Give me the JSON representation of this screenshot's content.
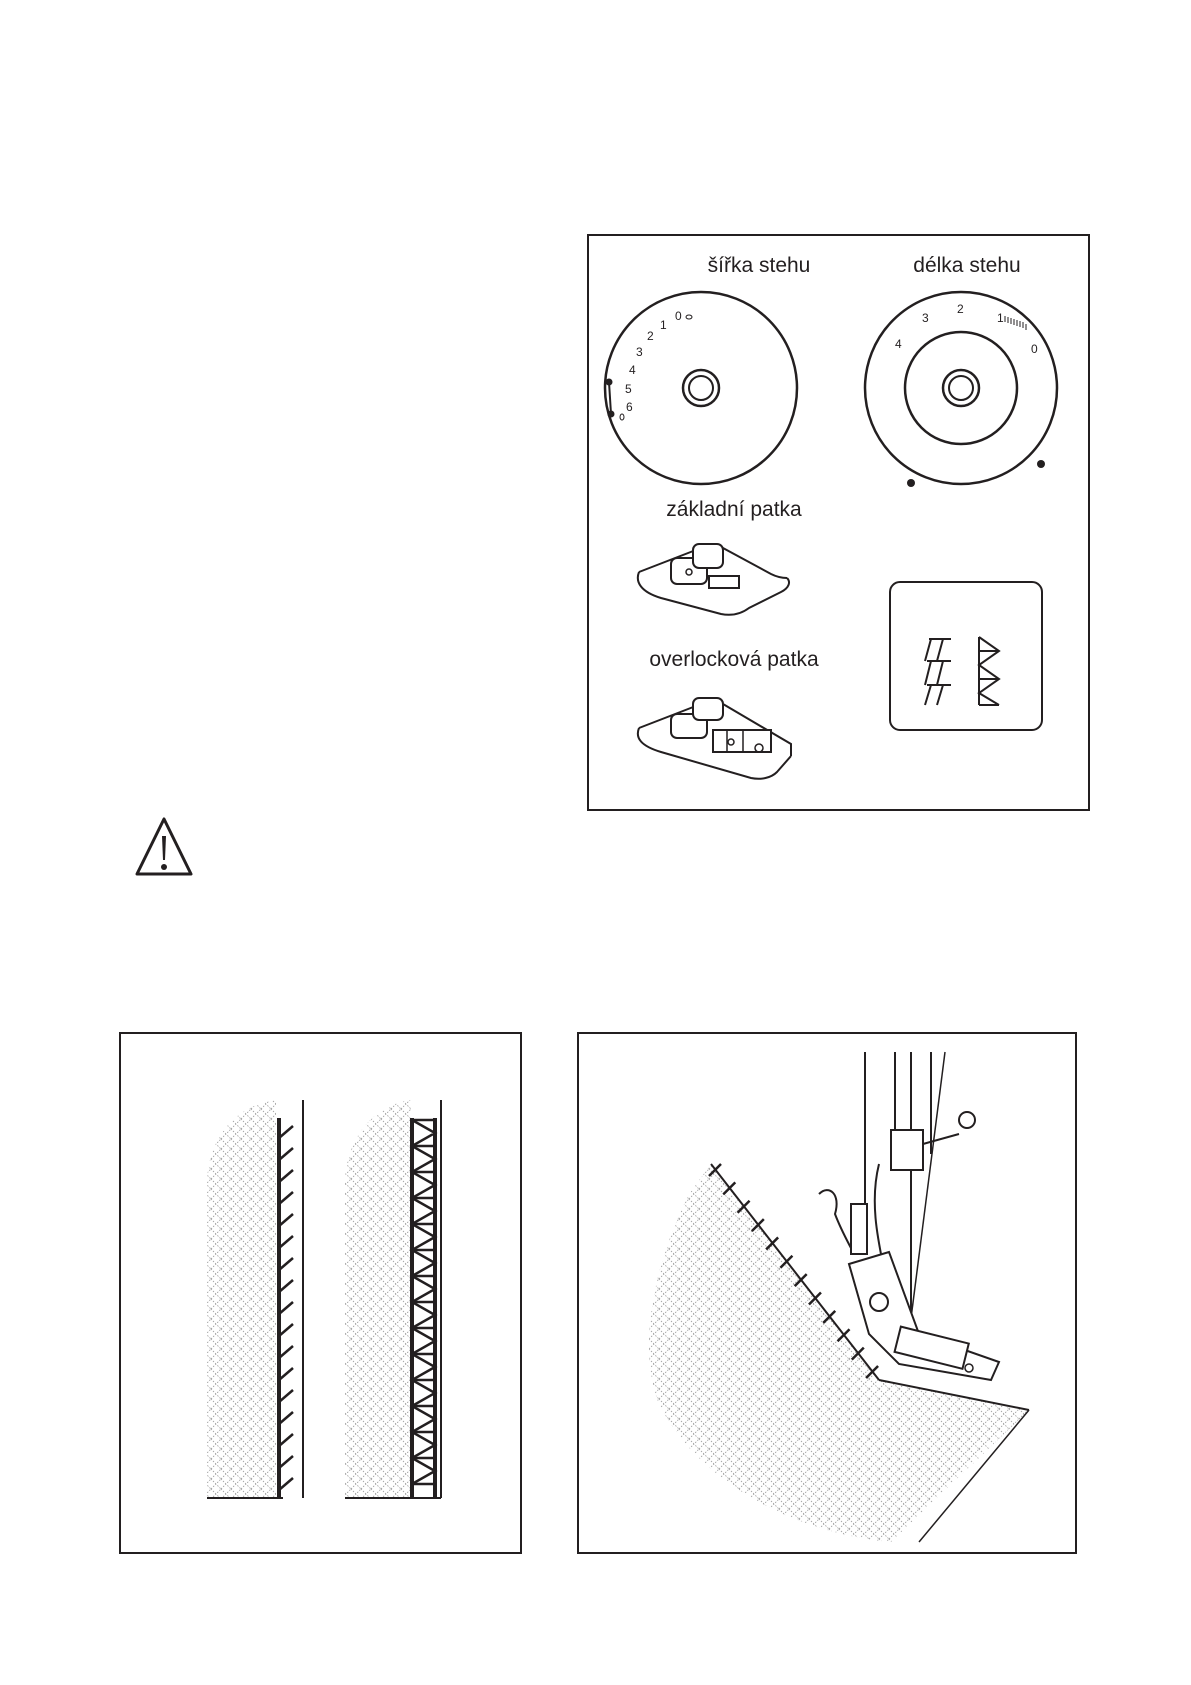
{
  "settings_panel": {
    "width_dial": {
      "label": "šířka stehu",
      "scale": [
        "0",
        "1",
        "2",
        "3",
        "4",
        "5",
        "6"
      ]
    },
    "length_dial": {
      "label": "délka stehu",
      "scale": [
        "4",
        "3",
        "2",
        "1",
        "0"
      ]
    },
    "standard_foot": {
      "label": "základní patka"
    },
    "overlock_foot": {
      "label": "overlocková patka"
    },
    "stitch_selector": {
      "icons": [
        "overlock-stitch-icon",
        "overlock-zigzag-stitch-icon"
      ]
    }
  },
  "warning": {
    "icon": "warning-triangle-icon"
  },
  "figures": {
    "left": {
      "description_icons": [
        "overlock-seam-sample",
        "double-overlock-seam-sample"
      ]
    },
    "right": {
      "description_icons": [
        "sewing-foot-on-fabric-edge"
      ]
    }
  }
}
